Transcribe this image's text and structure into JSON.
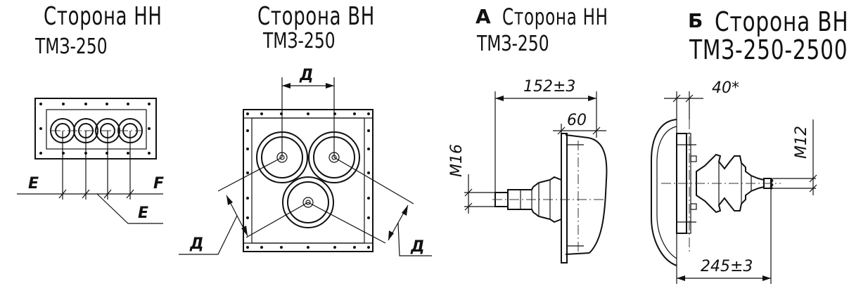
{
  "titles": {
    "view1_line1": "Сторона НН",
    "view1_line2": "ТМЗ-250",
    "view2_line1": "Сторона ВН",
    "view2_line2": "ТМЗ-250",
    "view3_letter": "А",
    "view3_line1": "Сторона НН",
    "view3_line2": "ТМЗ-250",
    "view4_letter": "Б",
    "view4_line1": "Сторона ВН",
    "view4_line2": "ТМЗ-250-2500"
  },
  "labels": {
    "e_left": "Е",
    "f_right": "F",
    "e_bottom": "Е",
    "d_top": "Д",
    "d_left": "Д",
    "d_right": "Д",
    "dim_152": "152±3",
    "dim_60": "60",
    "dim_m16": "М16",
    "dim_40": "40*",
    "dim_m12": "М12",
    "dim_245": "245±3"
  }
}
